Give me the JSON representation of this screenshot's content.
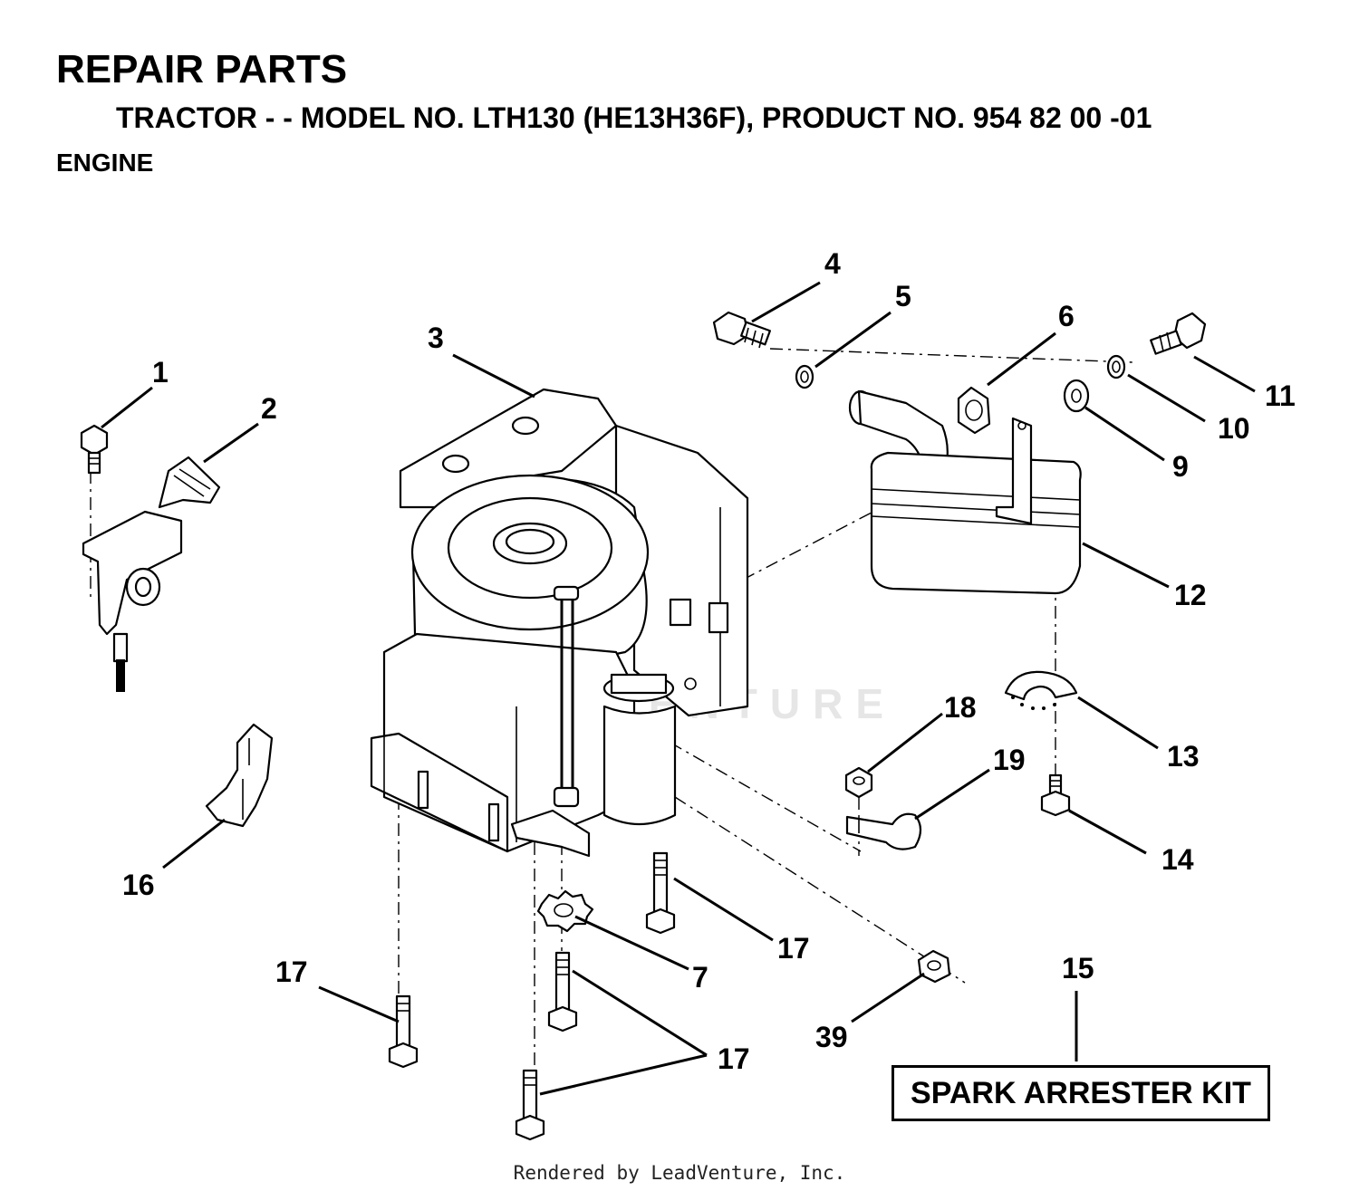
{
  "header": {
    "title": "REPAIR PARTS",
    "subtitle": "TRACTOR - - MODEL NO. LTH130 (HE13H36F),  PRODUCT NO. 954 82 00 -01",
    "section": "ENGINE"
  },
  "callouts": {
    "c1": "1",
    "c2": "2",
    "c3": "3",
    "c4": "4",
    "c5": "5",
    "c6": "6",
    "c7": "7",
    "c9": "9",
    "c10": "10",
    "c11": "11",
    "c12": "12",
    "c13": "13",
    "c14": "14",
    "c15": "15",
    "c16": "16",
    "c17a": "17",
    "c17b": "17",
    "c17c": "17",
    "c18": "18",
    "c19": "19",
    "c39": "39"
  },
  "kit_label": "SPARK ARRESTER KIT",
  "watermark": "LEADVENTURE",
  "footer": "Rendered by LeadVenture, Inc."
}
